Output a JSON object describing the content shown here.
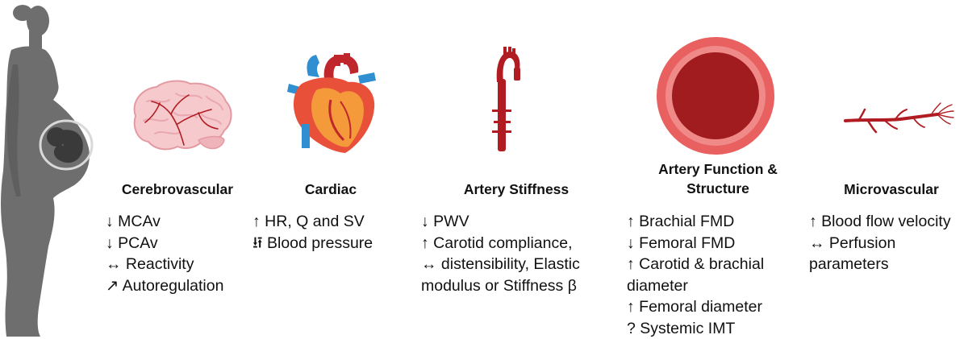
{
  "columns": [
    {
      "title": "Cerebrovascular",
      "icon": "brain-icon",
      "lines": [
        "↓ MCAv",
        "↓ PCAv",
        "↔ Reactivity",
        "↗ Autoregulation"
      ]
    },
    {
      "title": "Cardiac",
      "icon": "heart-icon",
      "lines": [
        "↑ HR, Q and SV",
        "⭿ Blood pressure"
      ]
    },
    {
      "title": "Artery Stiffness",
      "icon": "aorta-icon",
      "lines": [
        "↓ PWV",
        "↑ Carotid compliance,",
        "↔ distensibility, Elastic",
        "modulus or Stiffness β"
      ]
    },
    {
      "title_lines": [
        "Artery Function &",
        "Structure"
      ],
      "icon": "artery-cross-section-icon",
      "lines": [
        "↑ Brachial FMD",
        "↓ Femoral FMD",
        "↑ Carotid & brachial",
        "diameter",
        "↑ Femoral diameter",
        "? Systemic IMT"
      ]
    },
    {
      "title": "Microvascular",
      "icon": "microvessel-icon",
      "lines": [
        "↑ Blood flow velocity",
        "↔  Perfusion",
        "parameters"
      ]
    }
  ],
  "figure": {
    "icon": "pregnant-woman-silhouette-icon",
    "colors": {
      "silhouette": "#6e6e6e",
      "vessel_red": "#b01c22",
      "heart_blue": "#2f8fd0",
      "artery_ring": "#e8605f",
      "artery_lumen": "#a01c1e"
    }
  }
}
